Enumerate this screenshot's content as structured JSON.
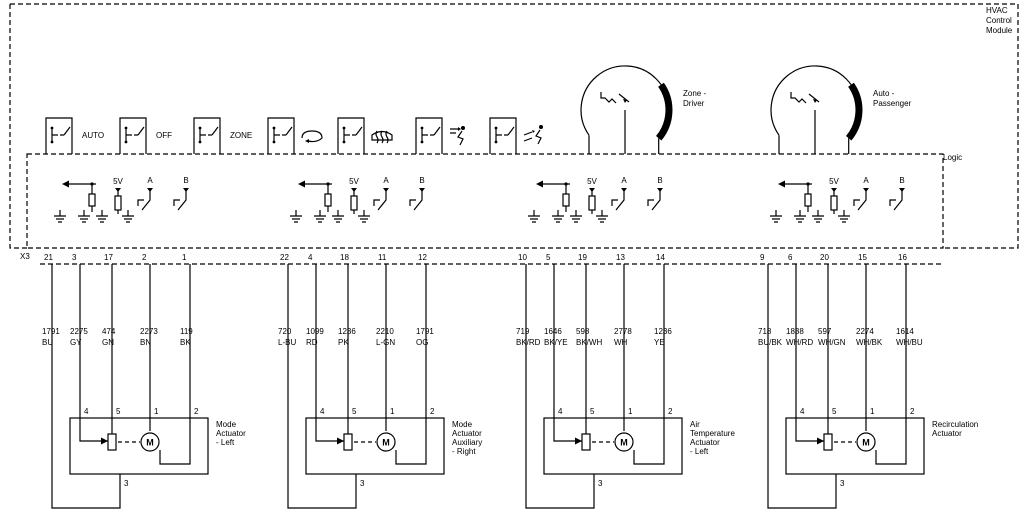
{
  "module": {
    "name_lines": [
      "HVAC",
      "Control",
      "Module"
    ],
    "logic_label": "Logic",
    "connector_label": "X3"
  },
  "switches": [
    {
      "label": "AUTO",
      "icon": null
    },
    {
      "label": "OFF",
      "icon": null
    },
    {
      "label": "ZONE",
      "icon": null
    },
    {
      "label": "",
      "icon": "recirculation-icon"
    },
    {
      "label": "",
      "icon": "defrost-icon"
    },
    {
      "label": "",
      "icon": "mode-vent-icon"
    },
    {
      "label": "",
      "icon": "mode-floor-icon"
    }
  ],
  "dials": [
    {
      "label_lines": [
        "Zone -",
        "Driver"
      ]
    },
    {
      "label_lines": [
        "Auto -",
        "Passenger"
      ]
    }
  ],
  "supply_labels": {
    "v5": "5V",
    "a": "A",
    "b": "B"
  },
  "groups": [
    {
      "pins": [
        "21",
        "3",
        "17",
        "2",
        "1"
      ],
      "wires": [
        [
          "1791",
          "BU"
        ],
        [
          "2275",
          "GY"
        ],
        [
          "474",
          "GN"
        ],
        [
          "2273",
          "BN"
        ],
        [
          "119",
          "BK"
        ]
      ],
      "actuator_lines": [
        "Mode",
        "Actuator",
        "- Left"
      ]
    },
    {
      "pins": [
        "22",
        "4",
        "18",
        "11",
        "12"
      ],
      "wires": [
        [
          "720",
          "L-BU"
        ],
        [
          "1099",
          "RD"
        ],
        [
          "1236",
          "PK"
        ],
        [
          "2210",
          "L-GN"
        ],
        [
          "1791",
          "OG"
        ]
      ],
      "actuator_lines": [
        "Mode",
        "Actuator",
        "Auxiliary",
        "- Right"
      ]
    },
    {
      "pins": [
        "10",
        "5",
        "19",
        "13",
        "14"
      ],
      "wires": [
        [
          "719",
          "BK/RD"
        ],
        [
          "1646",
          "BK/YE"
        ],
        [
          "598",
          "BK/WH"
        ],
        [
          "2778",
          "WH"
        ],
        [
          "1236",
          "YE"
        ]
      ],
      "actuator_lines": [
        "Air",
        "Temperature",
        "Actuator",
        "- Left"
      ]
    },
    {
      "pins": [
        "9",
        "6",
        "20",
        "15",
        "16"
      ],
      "wires": [
        [
          "718",
          "BU/BK"
        ],
        [
          "1838",
          "WH/RD"
        ],
        [
          "597",
          "WH/GN"
        ],
        [
          "2274",
          "WH/BK"
        ],
        [
          "1614",
          "WH/BU"
        ]
      ],
      "actuator_lines": [
        "Recirculation",
        "Actuator"
      ]
    }
  ],
  "actuator_pins": {
    "p4": "4",
    "p5": "5",
    "p1": "1",
    "p2": "2",
    "p3": "3"
  },
  "motor_label": "M"
}
